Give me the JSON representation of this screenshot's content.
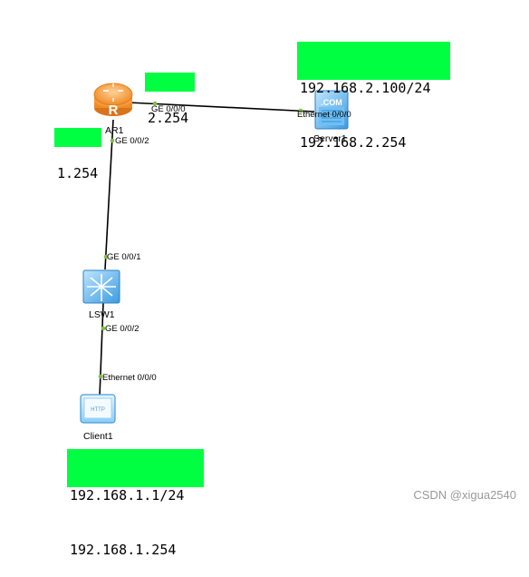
{
  "devices": {
    "router": {
      "name": "AR1",
      "port_to_server": "GE 0/0/0",
      "port_to_switch": "GE 0/0/2",
      "glyph": "R"
    },
    "server": {
      "name": "Server1",
      "port": "Ethernet 0/0/0",
      "glyph": ".COM"
    },
    "switch": {
      "name": "LSW1",
      "port_to_router": "GE 0/0/1",
      "port_to_client": "GE 0/0/2"
    },
    "client": {
      "name": "Client1",
      "port": "Ethernet 0/0/0",
      "glyph": "HTTP"
    }
  },
  "annotations": {
    "server_ip": {
      "line1": "192.168.2.100/24",
      "line2": "192.168.2.254"
    },
    "router_ge000_ip": "2.254",
    "router_ge002_ip": "1.254",
    "client_ip": {
      "line1": "192.168.1.1/24",
      "line2": "192.168.1.254"
    }
  },
  "watermark": "CSDN @xigua2540",
  "colors": {
    "annotation_bg": "#00ff40",
    "link": "#000000",
    "port_dot": "#7ac143",
    "router_orange": "#f29a3a",
    "device_blue": "#5fb6f0"
  }
}
